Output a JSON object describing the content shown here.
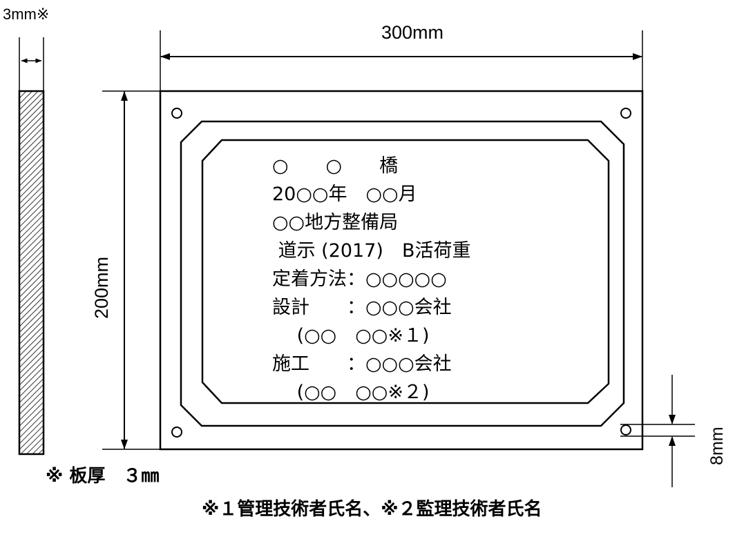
{
  "dimensions": {
    "thickness_label": "3mm※",
    "width_label": "300mm",
    "height_label": "200mm",
    "hole_offset_label": "8mm"
  },
  "plate_lines": [
    "○　　○　　橋",
    "20○○年　○○月",
    "○○地方整備局",
    " 道示 (2017)　B活荷重",
    "定着方法：○○○○○",
    "設計　　：○○○会社",
    "　 (○○　○○※１)",
    "施工　　：○○○会社",
    "　 (○○　○○※２)"
  ],
  "notes": {
    "plate_thickness": "※ 板厚　３㎜",
    "footnote": "※１管理技術者氏名、※２監理技術者氏名"
  }
}
